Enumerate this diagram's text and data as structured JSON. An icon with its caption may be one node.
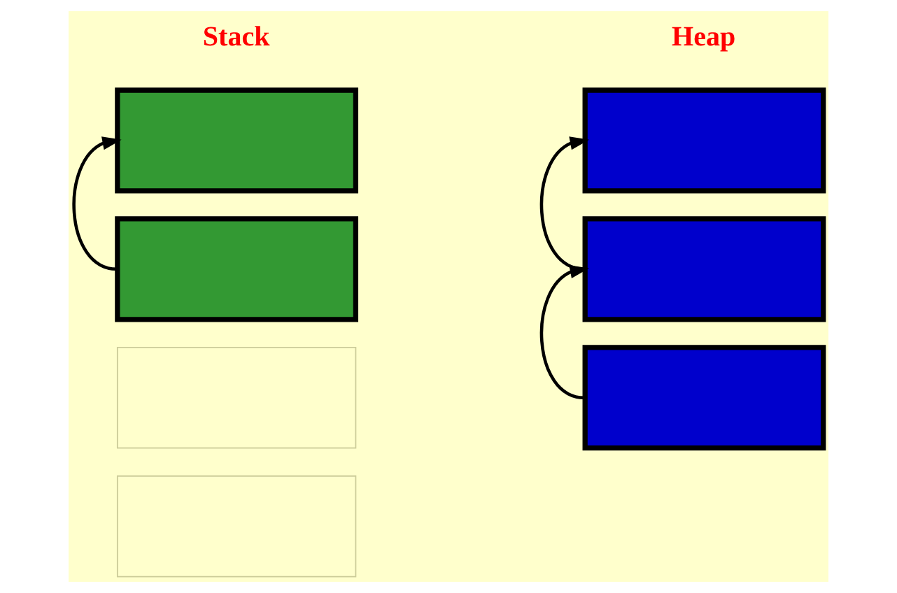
{
  "diagram": {
    "nodes": [
      {
        "text": [],
        "shape": "box"
      },
      {
        "text": [],
        "shape": "box"
      },
      {
        "text": [],
        "shape": "box"
      },
      {
        "text": [],
        "shape": "box"
      },
      {
        "text": [],
        "shape": "box"
      },
      {
        "text": [],
        "shape": "box"
      },
      {
        "text": [],
        "shape": "box"
      }
    ],
    "edges": [
      {
        "from": 1,
        "to": 0,
        "arrow": "to"
      },
      {
        "from": 5,
        "to": 4,
        "arrow": "to"
      },
      {
        "from": 6,
        "to": 5,
        "arrow": "to"
      }
    ],
    "labels": [
      "Stack",
      "Heap"
    ]
  }
}
